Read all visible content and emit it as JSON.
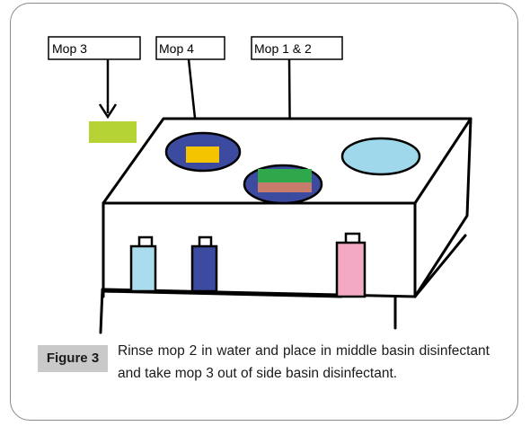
{
  "labels": {
    "mop3": "Mop 3",
    "mop4": "Mop 4",
    "mop12": "Mop 1 & 2"
  },
  "caption": {
    "tag": "Figure 3",
    "text": "Rinse mop 2 in water and place in middle basin disinfectant and take mop 3 out of side basin disinfectant."
  },
  "colors": {
    "mop3": "#b5d334",
    "mop4": "#f5c400",
    "basin": "#3c4aa0",
    "water_basin": "#9ed8ea",
    "mop1": "#2ea84a",
    "mop2": "#c77b6a",
    "bottle_left": "#a9dcec",
    "bottle_middle": "#3c4aa0",
    "bottle_right": "#f3a9c4"
  }
}
